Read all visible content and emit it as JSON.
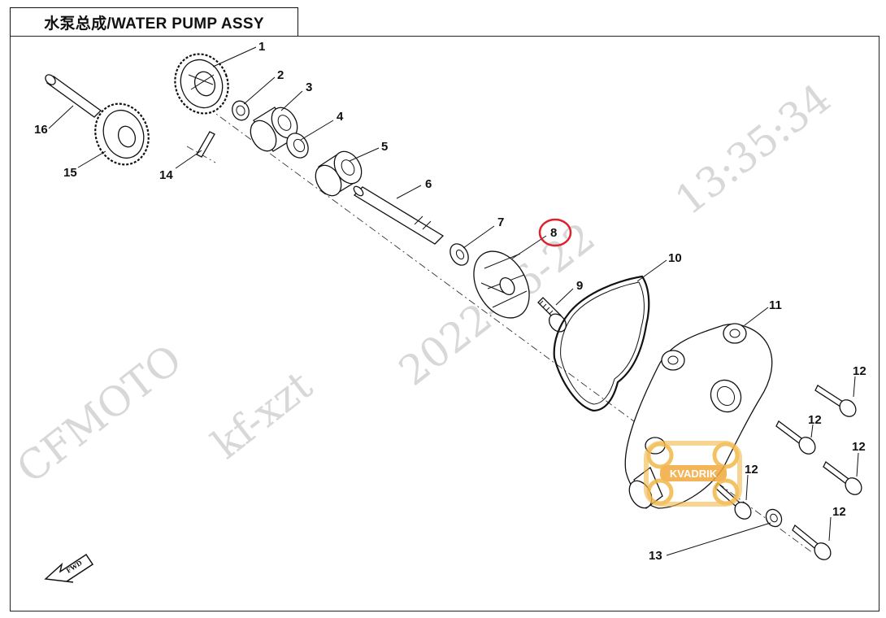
{
  "title": "水泵总成/WATER PUMP ASSY",
  "watermark": {
    "brand": "CFMOTO",
    "user": "kf-xzt",
    "date": "2022-06-22",
    "time": "13:35:34"
  },
  "fwd_label": "FWD",
  "logo_text": "KVADRIK",
  "highlight_color": "#e0202a",
  "callouts": {
    "c1": "1",
    "c2": "2",
    "c3": "3",
    "c4": "4",
    "c5": "5",
    "c6": "6",
    "c7": "7",
    "c8": "8",
    "c9": "9",
    "c10": "10",
    "c11": "11",
    "c12a": "12",
    "c12b": "12",
    "c12c": "12",
    "c12d": "12",
    "c12e": "12",
    "c13": "13",
    "c14": "14",
    "c15": "15",
    "c16": "16"
  }
}
